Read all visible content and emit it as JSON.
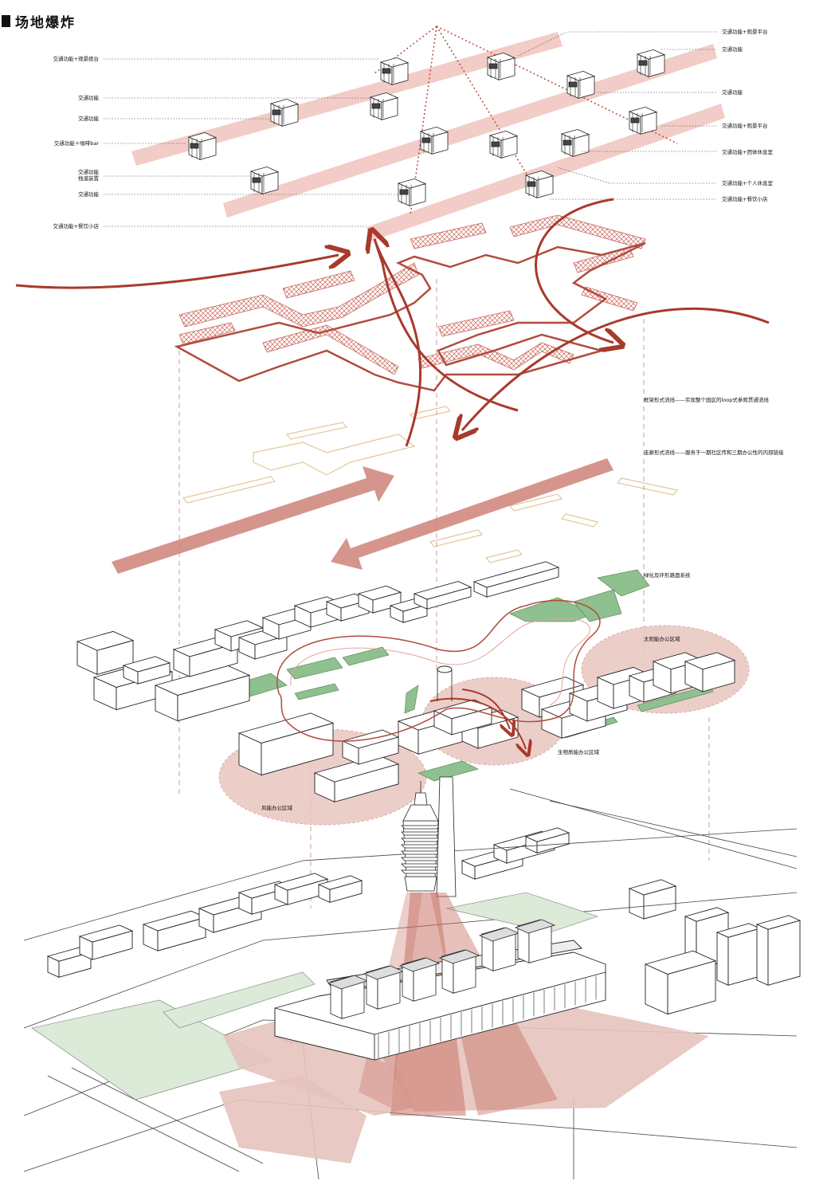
{
  "title": "场地爆炸",
  "left_labels": [
    {
      "text": "交通功能+观景绝台"
    },
    {
      "text": "交通功能"
    },
    {
      "text": "交通功能"
    },
    {
      "text": "交通功能＋咖啡bar"
    },
    {
      "text": "交通功能\n栈道装置"
    },
    {
      "text": "交通功能"
    },
    {
      "text": "交通功能+餐饮小店"
    }
  ],
  "right_labels": [
    {
      "text": "交通功能+观景平台"
    },
    {
      "text": "交通功能"
    },
    {
      "text": "交通功能"
    },
    {
      "text": "交通功能+观景平台"
    },
    {
      "text": "交通功能+团体休息室"
    },
    {
      "text": "交通功能+个人休息室"
    },
    {
      "text": "交通功能+餐饮小店"
    }
  ],
  "layer_notes": {
    "frame_flow": "框架形式流线——实现整个园区的loop式参观贯通流线",
    "corridor_flow": "走廊形式流线——服务于一期社区传和三期办公性的内部链接",
    "greening": "绿化及环形路面系统",
    "solar": "太阳能办公区域",
    "biomass": "生物质能办公区域",
    "wind": "风能办公区域"
  },
  "colors": {
    "accent_red": "#a83a2c",
    "pink_band": "#e8b4ae",
    "salmon_zone": "#e9c6c0",
    "green": "#8fc08f",
    "light_green": "#dcead8",
    "cream": "#ecd9b8",
    "line": "#333333"
  }
}
